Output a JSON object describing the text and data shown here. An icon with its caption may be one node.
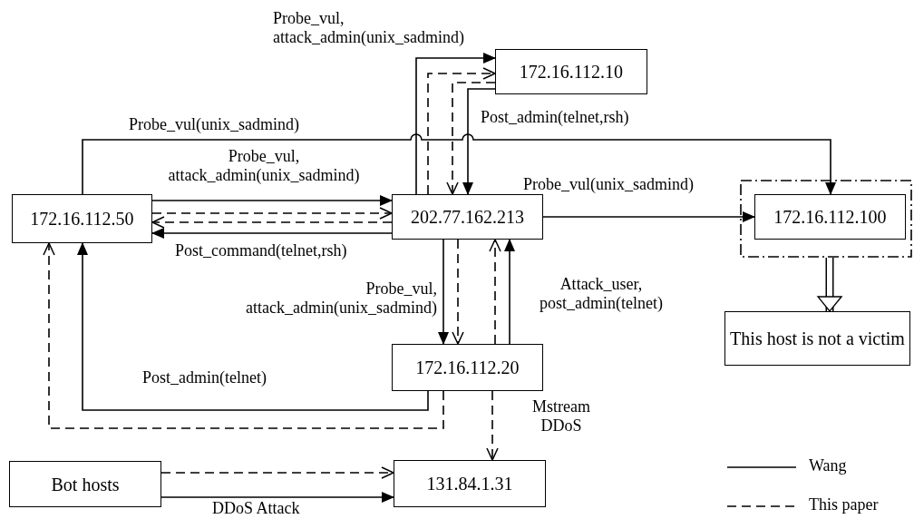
{
  "diagram": {
    "nodes": [
      {
        "text": [
          "172.16.112.10"
        ]
      },
      {
        "text": [
          "172.16.112.50"
        ]
      },
      {
        "text": [
          "202.77.162.213"
        ]
      },
      {
        "text": [],
        "shape": "box"
      },
      {
        "text": [
          "172.16.112.100"
        ],
        "in": 3
      },
      {
        "text": [
          "This host is not a victim"
        ]
      },
      {
        "text": [
          "172.16.112.20"
        ]
      },
      {
        "text": [
          "Bot hosts"
        ]
      },
      {
        "text": [
          "131.84.1.31"
        ]
      }
    ],
    "edges": [
      {
        "from": 2,
        "to": 0,
        "arrow": "to",
        "label": "Probe_vul, attack_admin(unix_sadmind)"
      },
      {
        "from": 2,
        "to": 0,
        "arrow": "to",
        "style": "dashed"
      },
      {
        "from": 0,
        "to": 2,
        "arrow": "to",
        "style": "dashed"
      },
      {
        "from": 0,
        "to": 2,
        "arrow": "to",
        "label": "Post_admin(telnet,rsh)"
      },
      {
        "from": 1,
        "to": 4,
        "arrow": "to",
        "label": "Probe_vul(unix_sadmind)"
      },
      {
        "from": 1,
        "to": 2,
        "arrow": "to",
        "label": "Probe_vul, attack_admin(unix_sadmind)"
      },
      {
        "from": 1,
        "to": 2,
        "arrow": "to",
        "style": "dashed"
      },
      {
        "from": 2,
        "to": 1,
        "arrow": "to",
        "style": "dashed"
      },
      {
        "from": 2,
        "to": 1,
        "arrow": "to",
        "label": "Post_command(telnet,rsh)"
      },
      {
        "from": 2,
        "to": 4,
        "arrow": "to",
        "label": "Probe_vul(unix_sadmind)"
      },
      {
        "from": 3,
        "to": 5,
        "arrow": "to",
        "style": "thick"
      },
      {
        "from": 2,
        "to": 6,
        "arrow": "to",
        "label": "Probe_vul, attack_admin(unix_sadmind)"
      },
      {
        "from": 2,
        "to": 6,
        "arrow": "to",
        "style": "dashed"
      },
      {
        "from": 6,
        "to": 2,
        "arrow": "to",
        "style": "dashed"
      },
      {
        "from": 6,
        "to": 2,
        "arrow": "to",
        "label": "Attack_user, post_admin(telnet)"
      },
      {
        "from": 6,
        "to": 1,
        "arrow": "to",
        "label": "Post_admin(telnet)"
      },
      {
        "from": 6,
        "to": 1,
        "arrow": "to",
        "style": "dashed"
      },
      {
        "from": 6,
        "to": 8,
        "arrow": "to",
        "style": "dashed",
        "label": "Mstream DDoS"
      },
      {
        "from": 7,
        "to": 8,
        "arrow": "to",
        "style": "dashed"
      },
      {
        "from": 7,
        "to": 8,
        "arrow": "to",
        "label": "DDoS Attack"
      }
    ],
    "legend": [
      {
        "text": "Wang"
      },
      {
        "text": "This paper"
      }
    ]
  }
}
